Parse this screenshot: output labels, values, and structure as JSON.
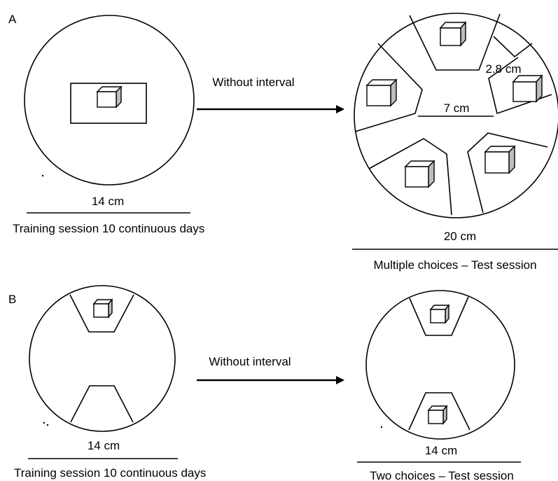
{
  "panel_a": {
    "label": "A",
    "training_dim": "14 cm",
    "training_caption": "Training session 10 continuous days",
    "arrow_label": "Without interval",
    "test_dim": "20 cm",
    "test_inner_dim": "7 cm",
    "test_gap_dim": "2.8 cm",
    "test_caption": "Multiple choices – Test session"
  },
  "panel_b": {
    "label": "B",
    "training_dim": "14 cm",
    "training_caption": "Training session 10 continuous days",
    "arrow_label": "Without interval",
    "test_dim": "14 cm",
    "test_caption": "Two choices – Test session"
  }
}
